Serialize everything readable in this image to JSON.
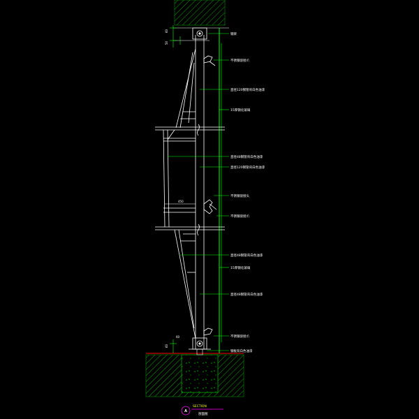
{
  "colors": {
    "background": "#000000",
    "structure": "#ffffff",
    "callout": "#00ff00",
    "hatch": "#00aa00",
    "accent": "#ff00ff",
    "grade": "#cc0000",
    "title": "#ffff00"
  },
  "callouts": [
    "钢梁",
    "不锈钢驳接爪",
    "直径120钢管背白色油漆",
    "15厚钢化玻璃",
    "直径48钢管背白色油漆",
    "直径120钢管背白色油漆",
    "不锈钢驳接头",
    "不锈钢驳接爪",
    "直径48钢管背白色油漆",
    "15厚钢化玻璃",
    "直径48钢管背白色油漆",
    "不锈钢驳接爪",
    "钢板背白色油漆"
  ],
  "dimensions": {
    "top_a": "60",
    "top_b": "50",
    "mid": "450",
    "bottom_a": "60",
    "bottom_b": "60"
  },
  "section": {
    "badge": "A",
    "title_en": "SECTION",
    "title_cn": "剖面图"
  }
}
